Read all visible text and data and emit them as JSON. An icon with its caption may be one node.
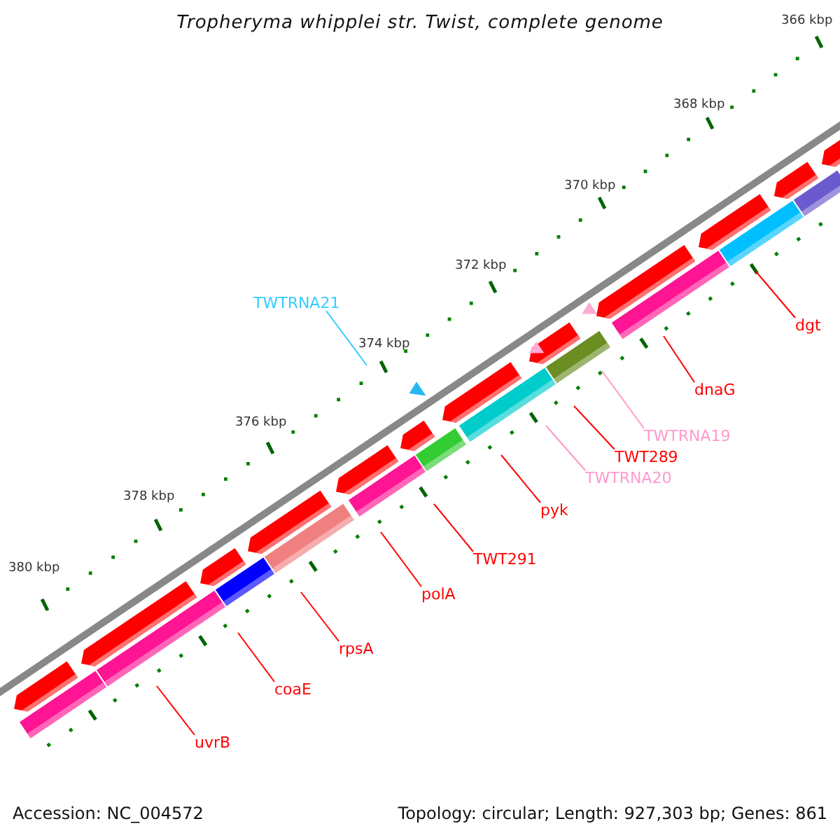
{
  "diagram": {
    "title": "Tropheryma whipplei str. Twist, complete genome",
    "nodes": [
      {
        "text": [
          "TWTRNA21"
        ]
      },
      {
        "text": [
          "dgt"
        ]
      },
      {
        "text": [
          "dnaG"
        ]
      },
      {
        "text": [
          "TWTRNA19"
        ]
      },
      {
        "text": [
          "TWT289"
        ]
      },
      {
        "text": [
          "TWTRNA20"
        ]
      },
      {
        "text": [
          "pyk"
        ]
      },
      {
        "text": [
          "TWT291"
        ]
      },
      {
        "text": [
          "polA"
        ]
      },
      {
        "text": [
          "rpsA"
        ]
      },
      {
        "text": [
          "coaE"
        ]
      },
      {
        "text": [
          "uvrB"
        ]
      }
    ],
    "edges": [
      {
        "from": 0,
        "to": null,
        "arrow": "none",
        "color": "#33ccff"
      },
      {
        "from": 1,
        "to": null,
        "arrow": "none"
      },
      {
        "from": 2,
        "to": null,
        "arrow": "none"
      },
      {
        "from": 3,
        "to": null,
        "arrow": "none",
        "color": "#ff99cc"
      },
      {
        "from": 4,
        "to": null,
        "arrow": "none"
      },
      {
        "from": 5,
        "to": null,
        "arrow": "none",
        "color": "#ff99cc"
      },
      {
        "from": 6,
        "to": null,
        "arrow": "none"
      },
      {
        "from": 7,
        "to": null,
        "arrow": "none"
      },
      {
        "from": 8,
        "to": null,
        "arrow": "none"
      },
      {
        "from": 9,
        "to": null,
        "arrow": "none"
      },
      {
        "from": 10,
        "to": null,
        "arrow": "none"
      },
      {
        "from": 11,
        "to": null,
        "arrow": "none"
      }
    ],
    "labels": [
      "366 kbp",
      "368 kbp",
      "370 kbp",
      "372 kbp",
      "374 kbp",
      "376 kbp",
      "378 kbp",
      "380 kbp",
      "Accession: NC_004572",
      "Topology: circular; Length: 927,303 bp; Genes: 861"
    ]
  }
}
